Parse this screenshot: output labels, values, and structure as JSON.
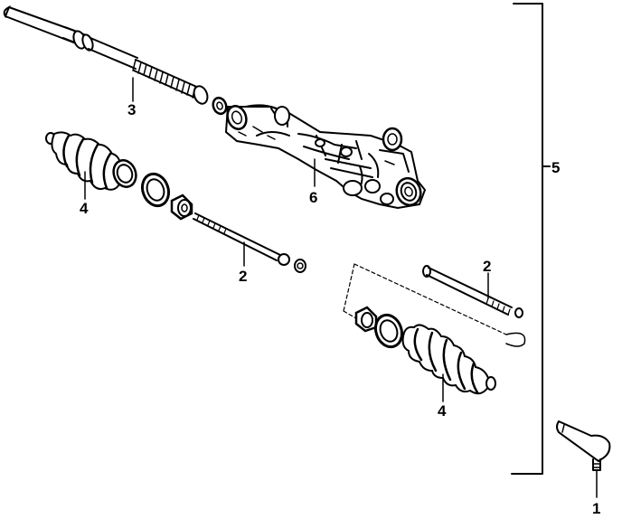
{
  "callouts": {
    "c1": "1",
    "c2a": "2",
    "c2b": "2",
    "c3": "3",
    "c4a": "4",
    "c4b": "4",
    "c5": "5",
    "c6": "6"
  }
}
